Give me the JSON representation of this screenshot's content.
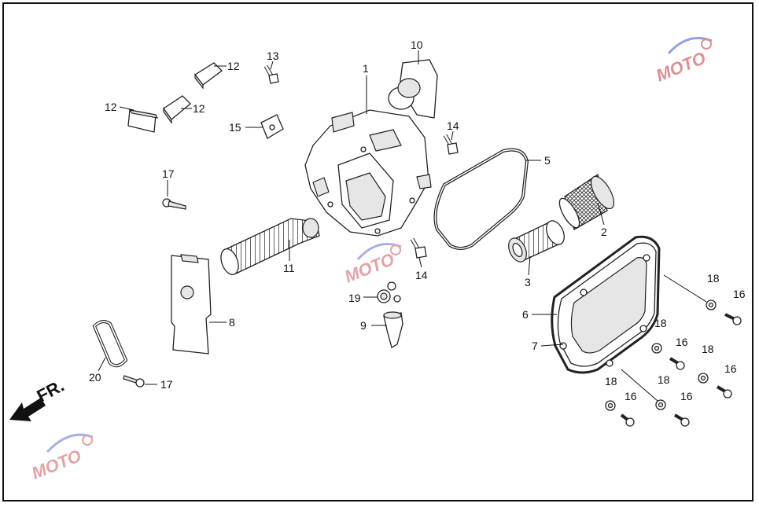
{
  "diagram": {
    "direction_label": "FR.",
    "watermark": "MOTO",
    "parts": [
      {
        "id": "p1",
        "label": "1"
      },
      {
        "id": "p2",
        "label": "2"
      },
      {
        "id": "p3",
        "label": "3"
      },
      {
        "id": "p5",
        "label": "5"
      },
      {
        "id": "p6",
        "label": "6"
      },
      {
        "id": "p7",
        "label": "7"
      },
      {
        "id": "p8",
        "label": "8"
      },
      {
        "id": "p9",
        "label": "9"
      },
      {
        "id": "p10",
        "label": "10"
      },
      {
        "id": "p11",
        "label": "11"
      },
      {
        "id": "p12a",
        "label": "12"
      },
      {
        "id": "p12b",
        "label": "12"
      },
      {
        "id": "p12c",
        "label": "12"
      },
      {
        "id": "p13",
        "label": "13"
      },
      {
        "id": "p14a",
        "label": "14"
      },
      {
        "id": "p14b",
        "label": "14"
      },
      {
        "id": "p15",
        "label": "15"
      },
      {
        "id": "p16a",
        "label": "16"
      },
      {
        "id": "p16b",
        "label": "16"
      },
      {
        "id": "p16c",
        "label": "16"
      },
      {
        "id": "p16d",
        "label": "16"
      },
      {
        "id": "p16e",
        "label": "16"
      },
      {
        "id": "p17a",
        "label": "17"
      },
      {
        "id": "p17b",
        "label": "17"
      },
      {
        "id": "p18a",
        "label": "18"
      },
      {
        "id": "p18b",
        "label": "18"
      },
      {
        "id": "p18c",
        "label": "18"
      },
      {
        "id": "p18d",
        "label": "18"
      },
      {
        "id": "p18e",
        "label": "18"
      },
      {
        "id": "p19",
        "label": "19"
      },
      {
        "id": "p20",
        "label": "20"
      }
    ]
  }
}
